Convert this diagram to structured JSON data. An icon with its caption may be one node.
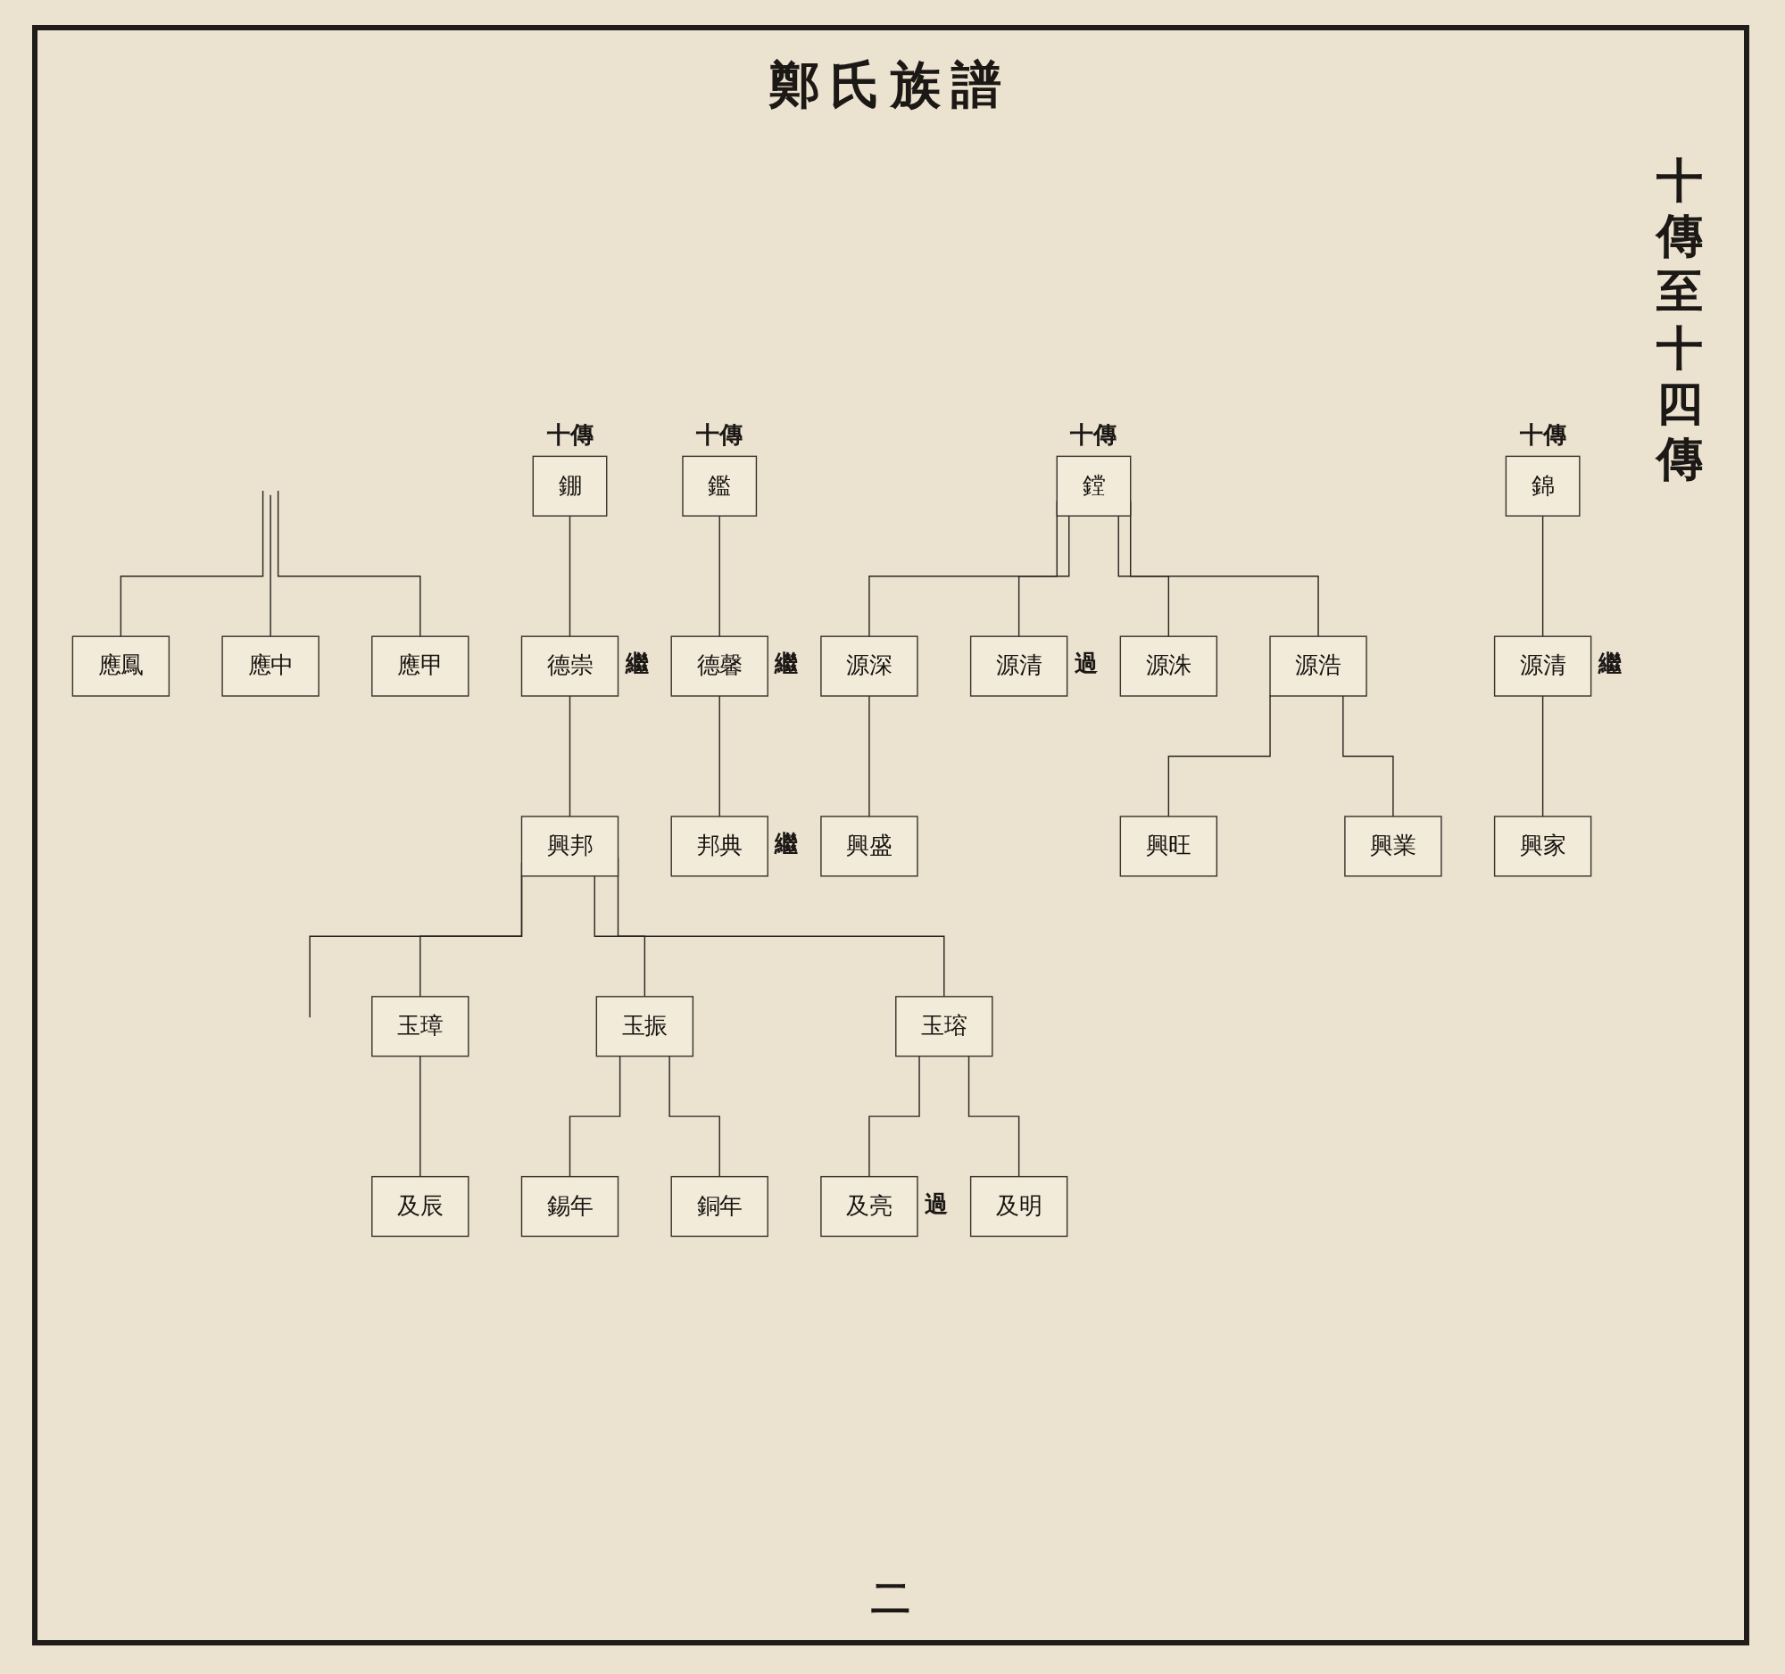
{
  "diagram": {
    "title": "鄭氏族譜",
    "nodes": [
      {
        "text": [
          "錦"
        ],
        "beside": [
          "十傳"
        ]
      },
      {
        "text": [
          "鏜"
        ],
        "beside": [
          "十傳"
        ]
      },
      {
        "text": [
          "鑑"
        ],
        "beside": [
          "十傳"
        ]
      },
      {
        "text": [
          "錋"
        ],
        "beside": [
          "十傳"
        ]
      },
      {
        "text": [
          "源清"
        ],
        "beside": [
          "繼"
        ]
      },
      {
        "text": [
          "源浩"
        ]
      },
      {
        "text": [
          "源洙"
        ]
      },
      {
        "text": [
          "源清"
        ],
        "beside": [
          "過"
        ]
      },
      {
        "text": [
          "源深"
        ]
      },
      {
        "text": [
          "德馨"
        ],
        "beside": [
          "繼"
        ]
      },
      {
        "text": [
          "德崇"
        ],
        "beside": [
          "繼"
        ]
      },
      {
        "text": [
          "興家"
        ]
      },
      {
        "text": [
          "興業"
        ]
      },
      {
        "text": [
          "興旺"
        ]
      },
      {
        "text": [
          "興盛"
        ]
      },
      {
        "text": [
          "邦典"
        ],
        "beside": [
          "繼"
        ]
      },
      {
        "text": [
          "興邦"
        ]
      },
      {
        "text": [
          "玉瑢"
        ]
      },
      {
        "text": [
          "玉振"
        ]
      },
      {
        "text": [
          "玉璋"
        ]
      },
      {
        "text": [
          "應甲"
        ]
      },
      {
        "text": [
          "應中"
        ]
      },
      {
        "text": [
          "應鳳"
        ]
      },
      {
        "text": [
          "及明"
        ]
      },
      {
        "text": [
          "及亮"
        ],
        "beside": [
          "過"
        ]
      },
      {
        "text": [
          "銅年"
        ]
      },
      {
        "text": [
          "錫年"
        ]
      },
      {
        "text": [
          "及辰"
        ]
      }
    ],
    "edges": [
      {
        "from": 0,
        "to": 4,
        "arrow": "none"
      },
      {
        "from": 1,
        "to": 5,
        "arrow": "none"
      },
      {
        "from": 1,
        "to": 6,
        "arrow": "none"
      },
      {
        "from": 1,
        "to": 7,
        "arrow": "none"
      },
      {
        "from": 1,
        "to": 8,
        "arrow": "none"
      },
      {
        "from": 2,
        "to": 9,
        "arrow": "none"
      },
      {
        "from": 3,
        "to": 10,
        "arrow": "none"
      },
      {
        "from": 4,
        "to": 11,
        "arrow": "none"
      },
      {
        "from": 5,
        "to": 12,
        "arrow": "none"
      },
      {
        "from": 5,
        "to": 13,
        "arrow": "none"
      },
      {
        "from": 8,
        "to": 14,
        "arrow": "none"
      },
      {
        "from": 9,
        "to": 15,
        "arrow": "none"
      },
      {
        "from": 10,
        "to": 16,
        "arrow": "none"
      },
      {
        "from": 16,
        "to": 17,
        "arrow": "none"
      },
      {
        "from": 16,
        "to": 18,
        "arrow": "none"
      },
      {
        "from": 16,
        "to": 19,
        "arrow": "none"
      },
      {
        "from": 16,
        "to": null,
        "arrow": "none"
      },
      {
        "from": null,
        "to": 20,
        "arrow": "none"
      },
      {
        "from": null,
        "to": 21,
        "arrow": "none"
      },
      {
        "from": null,
        "to": 22,
        "arrow": "none"
      },
      {
        "from": 17,
        "to": 23,
        "arrow": "none"
      },
      {
        "from": 17,
        "to": 24,
        "arrow": "none"
      },
      {
        "from": 18,
        "to": 25,
        "arrow": "none"
      },
      {
        "from": 18,
        "to": 26,
        "arrow": "none"
      },
      {
        "from": 19,
        "to": 27,
        "arrow": "none"
      }
    ],
    "labels": [
      "十傳至十四傳",
      "二"
    ]
  }
}
